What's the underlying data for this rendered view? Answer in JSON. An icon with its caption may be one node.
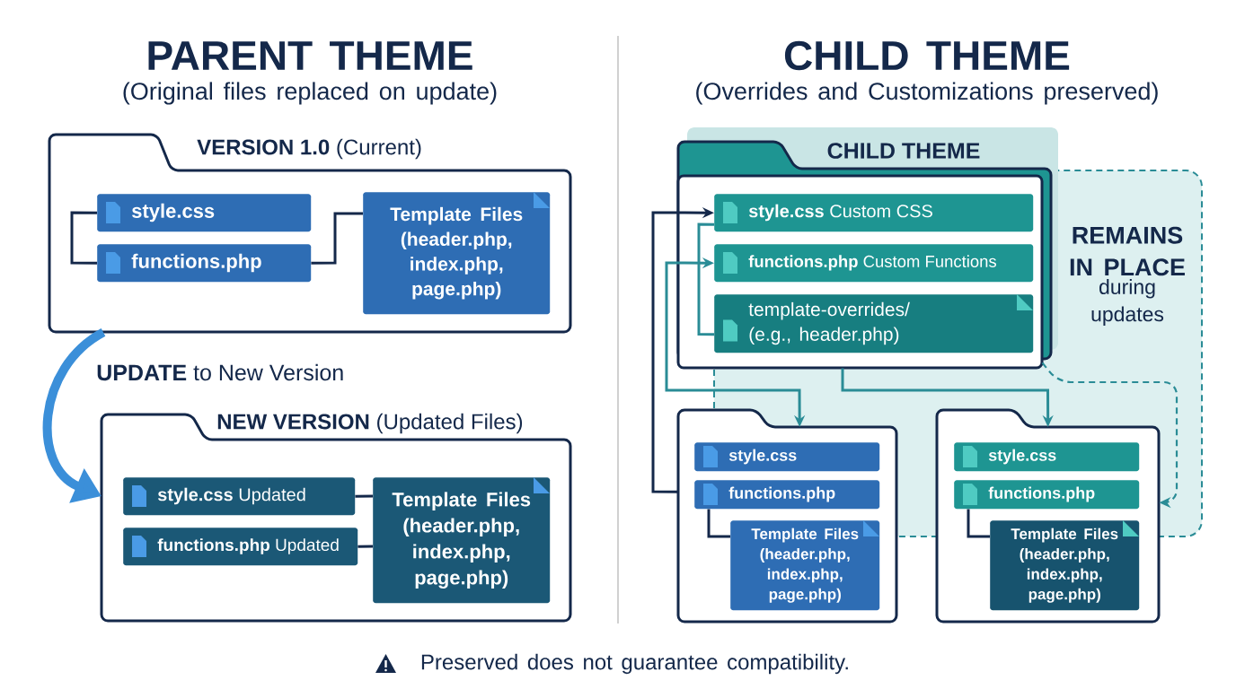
{
  "diagram": {
    "nodes": [
      {
        "text": [
          "**VERSION 1.0** (Current)"
        ]
      },
      {
        "text": [
          "style.css"
        ],
        "in": 0
      },
      {
        "text": [
          "functions.php"
        ],
        "in": 0
      },
      {
        "text": [
          "Template Files (header.php, index.php, page.php)"
        ],
        "in": 0
      },
      {
        "text": [
          "**NEW VERSION** (Updated Files)"
        ]
      },
      {
        "text": [
          "**style.css** Updated"
        ],
        "in": 4
      },
      {
        "text": [
          "**functions.php** Updated"
        ],
        "in": 4
      },
      {
        "text": [
          "Template Files (header.php, index.php, page.php)"
        ],
        "in": 4
      },
      {
        "text": [
          "CHILD THEME"
        ]
      },
      {
        "text": [
          "**style.css** Custom CSS"
        ],
        "in": 8
      },
      {
        "text": [
          "**functions.php** Custom Functions"
        ],
        "in": 8
      },
      {
        "text": [
          "template-overrides/ (e.g., header.php)"
        ],
        "in": 8
      },
      {
        "text": [],
        "shape": "box"
      },
      {
        "text": [
          "style.css"
        ],
        "in": 12
      },
      {
        "text": [
          "functions.php"
        ],
        "in": 12
      },
      {
        "text": [
          "Template Files (header.php, index.php, page.php)"
        ],
        "in": 12
      },
      {
        "text": [],
        "shape": "box"
      },
      {
        "text": [
          "style.css"
        ],
        "in": 16
      },
      {
        "text": [
          "functions.php"
        ],
        "in": 16
      },
      {
        "text": [
          "Template Files (header.php, index.php, page.php)"
        ],
        "in": 16
      }
    ],
    "edges": [
      {
        "from": 1,
        "to": 2,
        "arrow": "none"
      },
      {
        "from": 2,
        "to": 3,
        "arrow": "none"
      },
      {
        "from": 0,
        "to": 4,
        "arrow": "to",
        "label": "**UPDATE** to New Version",
        "style": "thick",
        "color": "#3b8fd9"
      },
      {
        "from": 5,
        "to": 7,
        "arrow": "none"
      },
      {
        "from": 6,
        "to": 7,
        "arrow": "none"
      },
      {
        "from": 12,
        "to": 9,
        "arrow": "to"
      },
      {
        "from": 10,
        "to": 12,
        "arrow": "both",
        "color": "#2a8c96"
      },
      {
        "from": 11,
        "to": 9,
        "arrow": "none",
        "color": "#2a8c96"
      },
      {
        "from": 8,
        "to": 16,
        "arrow": "to",
        "color": "#2a8c96"
      },
      {
        "from": 8,
        "to": 16,
        "arrow": "to",
        "style": "dashed",
        "color": "#2a8c96"
      },
      {
        "from": 14,
        "to": 15,
        "arrow": "none"
      },
      {
        "from": 18,
        "to": 19,
        "arrow": "none"
      }
    ],
    "labels": [
      "PARENT THEME",
      "(Original files replaced on update)",
      "CHILD THEME",
      "(Overrides and Customizations preserved)",
      "REMAINS IN PLACE",
      "during updates",
      "Preserved does not guarantee compatibility."
    ]
  }
}
